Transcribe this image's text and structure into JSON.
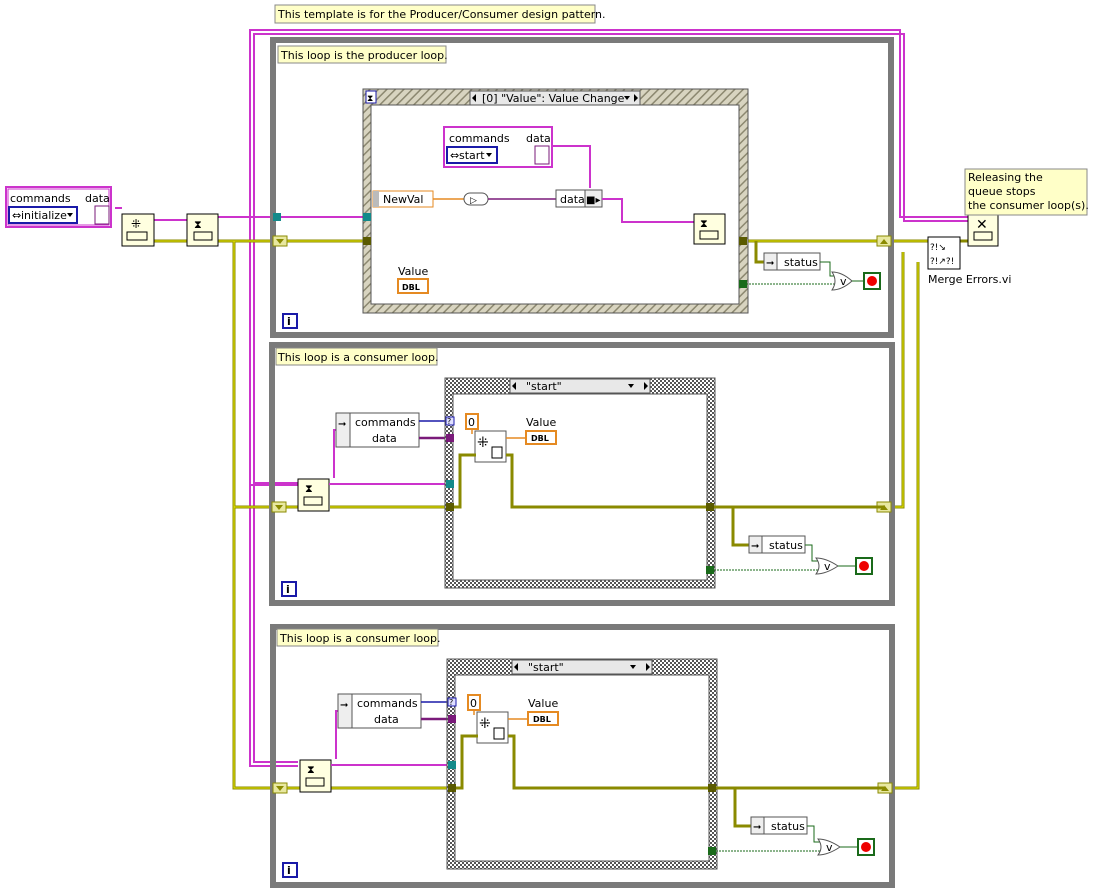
{
  "comments": {
    "template": "This template is for the Producer/Consumer design pattern.",
    "producer_loop": "This loop is the producer loop.",
    "consumer_loop_1": "This loop is a consumer loop.",
    "consumer_loop_2": "This loop is a consumer loop.",
    "release_l1": "Releasing the",
    "release_l2": "queue stops",
    "release_l3": "the consumer loop(s)."
  },
  "queue_const": {
    "commands_label": "commands",
    "data_label": "data",
    "enum_value": "initialize"
  },
  "producer": {
    "event_selector": "[0] \"Value\": Value Change",
    "inner_cluster": {
      "commands_label": "commands",
      "data_label": "data",
      "enum_value": "start"
    },
    "newval": "NewVal",
    "bundle_data": "data",
    "value_label": "Value",
    "value_type": "DBL",
    "status": "status",
    "or_label": "v",
    "iteration": "i"
  },
  "consumer1": {
    "unbundle_commands": "commands",
    "unbundle_data": "data",
    "case_selector": "\"start\"",
    "zero_const": "0",
    "value_label": "Value",
    "value_type": "DBL",
    "status": "status",
    "or_label": "v",
    "iteration": "i"
  },
  "consumer2": {
    "unbundle_commands": "commands",
    "unbundle_data": "data",
    "case_selector": "\"start\"",
    "zero_const": "0",
    "value_label": "Value",
    "value_type": "DBL",
    "status": "status",
    "or_label": "v",
    "iteration": "i"
  },
  "merge_errors": "Merge Errors.vi",
  "colors": {
    "wire_queue": "#cc33cc",
    "wire_error": "#8a8a00",
    "wire_enum": "#1a1aa8",
    "wire_dbl": "#e58a22",
    "wire_bool": "#1a6a1a",
    "loop_border": "#7a7a7a",
    "comment_bg": "#ffffc8"
  }
}
